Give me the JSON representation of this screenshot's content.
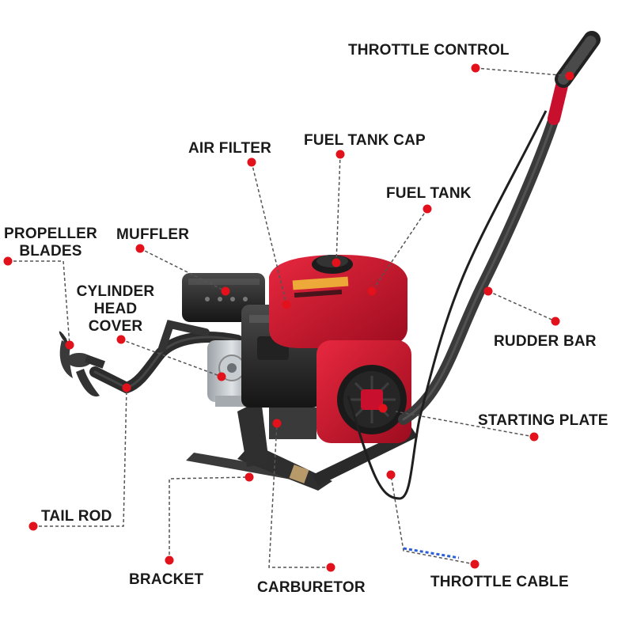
{
  "colors": {
    "marker": "#e3111b",
    "leader": "#555555",
    "engine_red": "#c8102e",
    "frame_dark": "#2a2a2a",
    "cable_blue": "#2b5fd9"
  },
  "labels": {
    "throttle_control": "THROTTLE CONTROL",
    "air_filter": "AIR FILTER",
    "fuel_tank_cap": "FUEL TANK CAP",
    "fuel_tank": "FUEL TANK",
    "propeller_blades_l1": "PROPELLER",
    "propeller_blades_l2": "BLADES",
    "muffler": "MUFFLER",
    "cylinder_l1": "CYLINDER",
    "cylinder_l2": "HEAD",
    "cylinder_l3": "COVER",
    "rudder_bar": "RUDDER BAR",
    "starting_plate": "STARTING PLATE",
    "tail_rod": "TAIL ROD",
    "bracket": "BRACKET",
    "carburetor": "CARBURETOR",
    "throttle_cable": "THROTTLE CABLE"
  }
}
